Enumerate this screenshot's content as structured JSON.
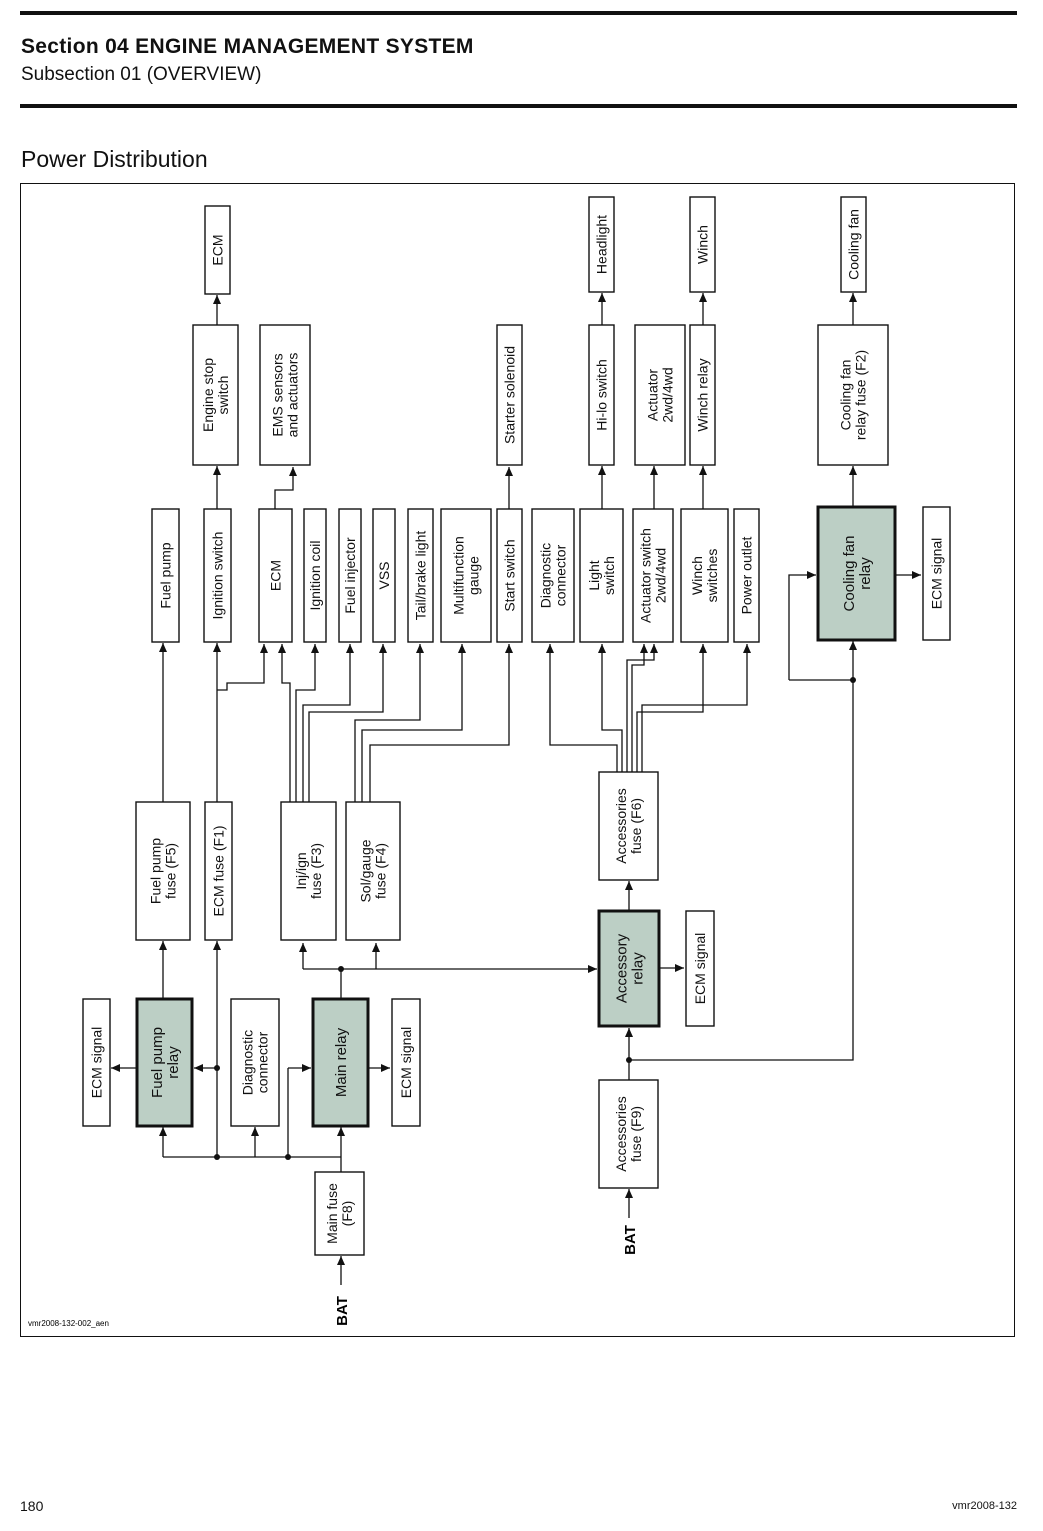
{
  "header": {
    "section": "Section 04 ENGINE MANAGEMENT SYSTEM",
    "subsection": "Subsection 01 (OVERVIEW)"
  },
  "diagram_title": "Power Distribution",
  "diagram_id": "vmr2008-132-002_aen",
  "bat_label": "BAT",
  "blocks": {
    "ecm_top": [
      "ECM"
    ],
    "engine_stop": [
      "Engine stop",
      "switch"
    ],
    "ems_sensors": [
      "EMS sensors",
      "and actuators"
    ],
    "starter_solenoid": [
      "Starter solenoid"
    ],
    "headlight": [
      "Headlight"
    ],
    "hilo_switch": [
      "Hi-lo switch"
    ],
    "actuator_2wd": [
      "Actuator",
      "2wd/4wd"
    ],
    "winch": [
      "Winch"
    ],
    "winch_relay": [
      "Winch relay"
    ],
    "cooling_fan": [
      "Cooling fan"
    ],
    "cooling_fan_fuse": [
      "Cooling fan",
      "relay fuse (F2)"
    ],
    "fuel_pump": [
      "Fuel pump"
    ],
    "ignition_switch": [
      "Ignition switch"
    ],
    "ecm_mid": [
      "ECM"
    ],
    "ignition_coil": [
      "Ignition coil"
    ],
    "fuel_injector": [
      "Fuel injector"
    ],
    "vss": [
      "VSS"
    ],
    "tail_brake": [
      "Tail/brake light"
    ],
    "multifunction_gauge": [
      "Multifunction",
      "gauge"
    ],
    "start_switch": [
      "Start switch"
    ],
    "diag_connector_top": [
      "Diagnostic",
      "connector"
    ],
    "light_switch": [
      "Light",
      "switch"
    ],
    "actuator_switch": [
      "Actuator switch",
      "2wd/4wd"
    ],
    "winch_switches": [
      "Winch",
      "switches"
    ],
    "power_outlet": [
      "Power outlet"
    ],
    "cooling_fan_relay": [
      "Cooling fan",
      "relay"
    ],
    "ecm_signal_fan": [
      "ECM signal"
    ],
    "fuel_pump_fuse": [
      "Fuel pump",
      "fuse (F5)"
    ],
    "ecm_fuse": [
      "ECM fuse (F1)"
    ],
    "inj_ign_fuse": [
      "Inj/ign",
      "fuse (F3)"
    ],
    "sol_gauge_fuse": [
      "Sol/gauge",
      "fuse (F4)"
    ],
    "accessories_f6": [
      "Accessories",
      "fuse (F6)"
    ],
    "accessory_relay": [
      "Accessory",
      "relay"
    ],
    "ecm_signal_acc": [
      "ECM signal"
    ],
    "ecm_signal_fp": [
      "ECM signal"
    ],
    "fuel_pump_relay": [
      "Fuel pump",
      "relay"
    ],
    "diag_connector_low": [
      "Diagnostic",
      "connector"
    ],
    "main_relay": [
      "Main relay"
    ],
    "ecm_signal_main": [
      "ECM signal"
    ],
    "main_fuse": [
      "Main fuse",
      "(F8)"
    ],
    "accessories_f9": [
      "Accessories",
      "fuse (F9)"
    ]
  },
  "colors": {
    "relay_fill": "#bccfc5",
    "box_fill": "#ffffff",
    "line": "#111111"
  },
  "footer": {
    "page": "180",
    "doc": "vmr2008-132"
  }
}
